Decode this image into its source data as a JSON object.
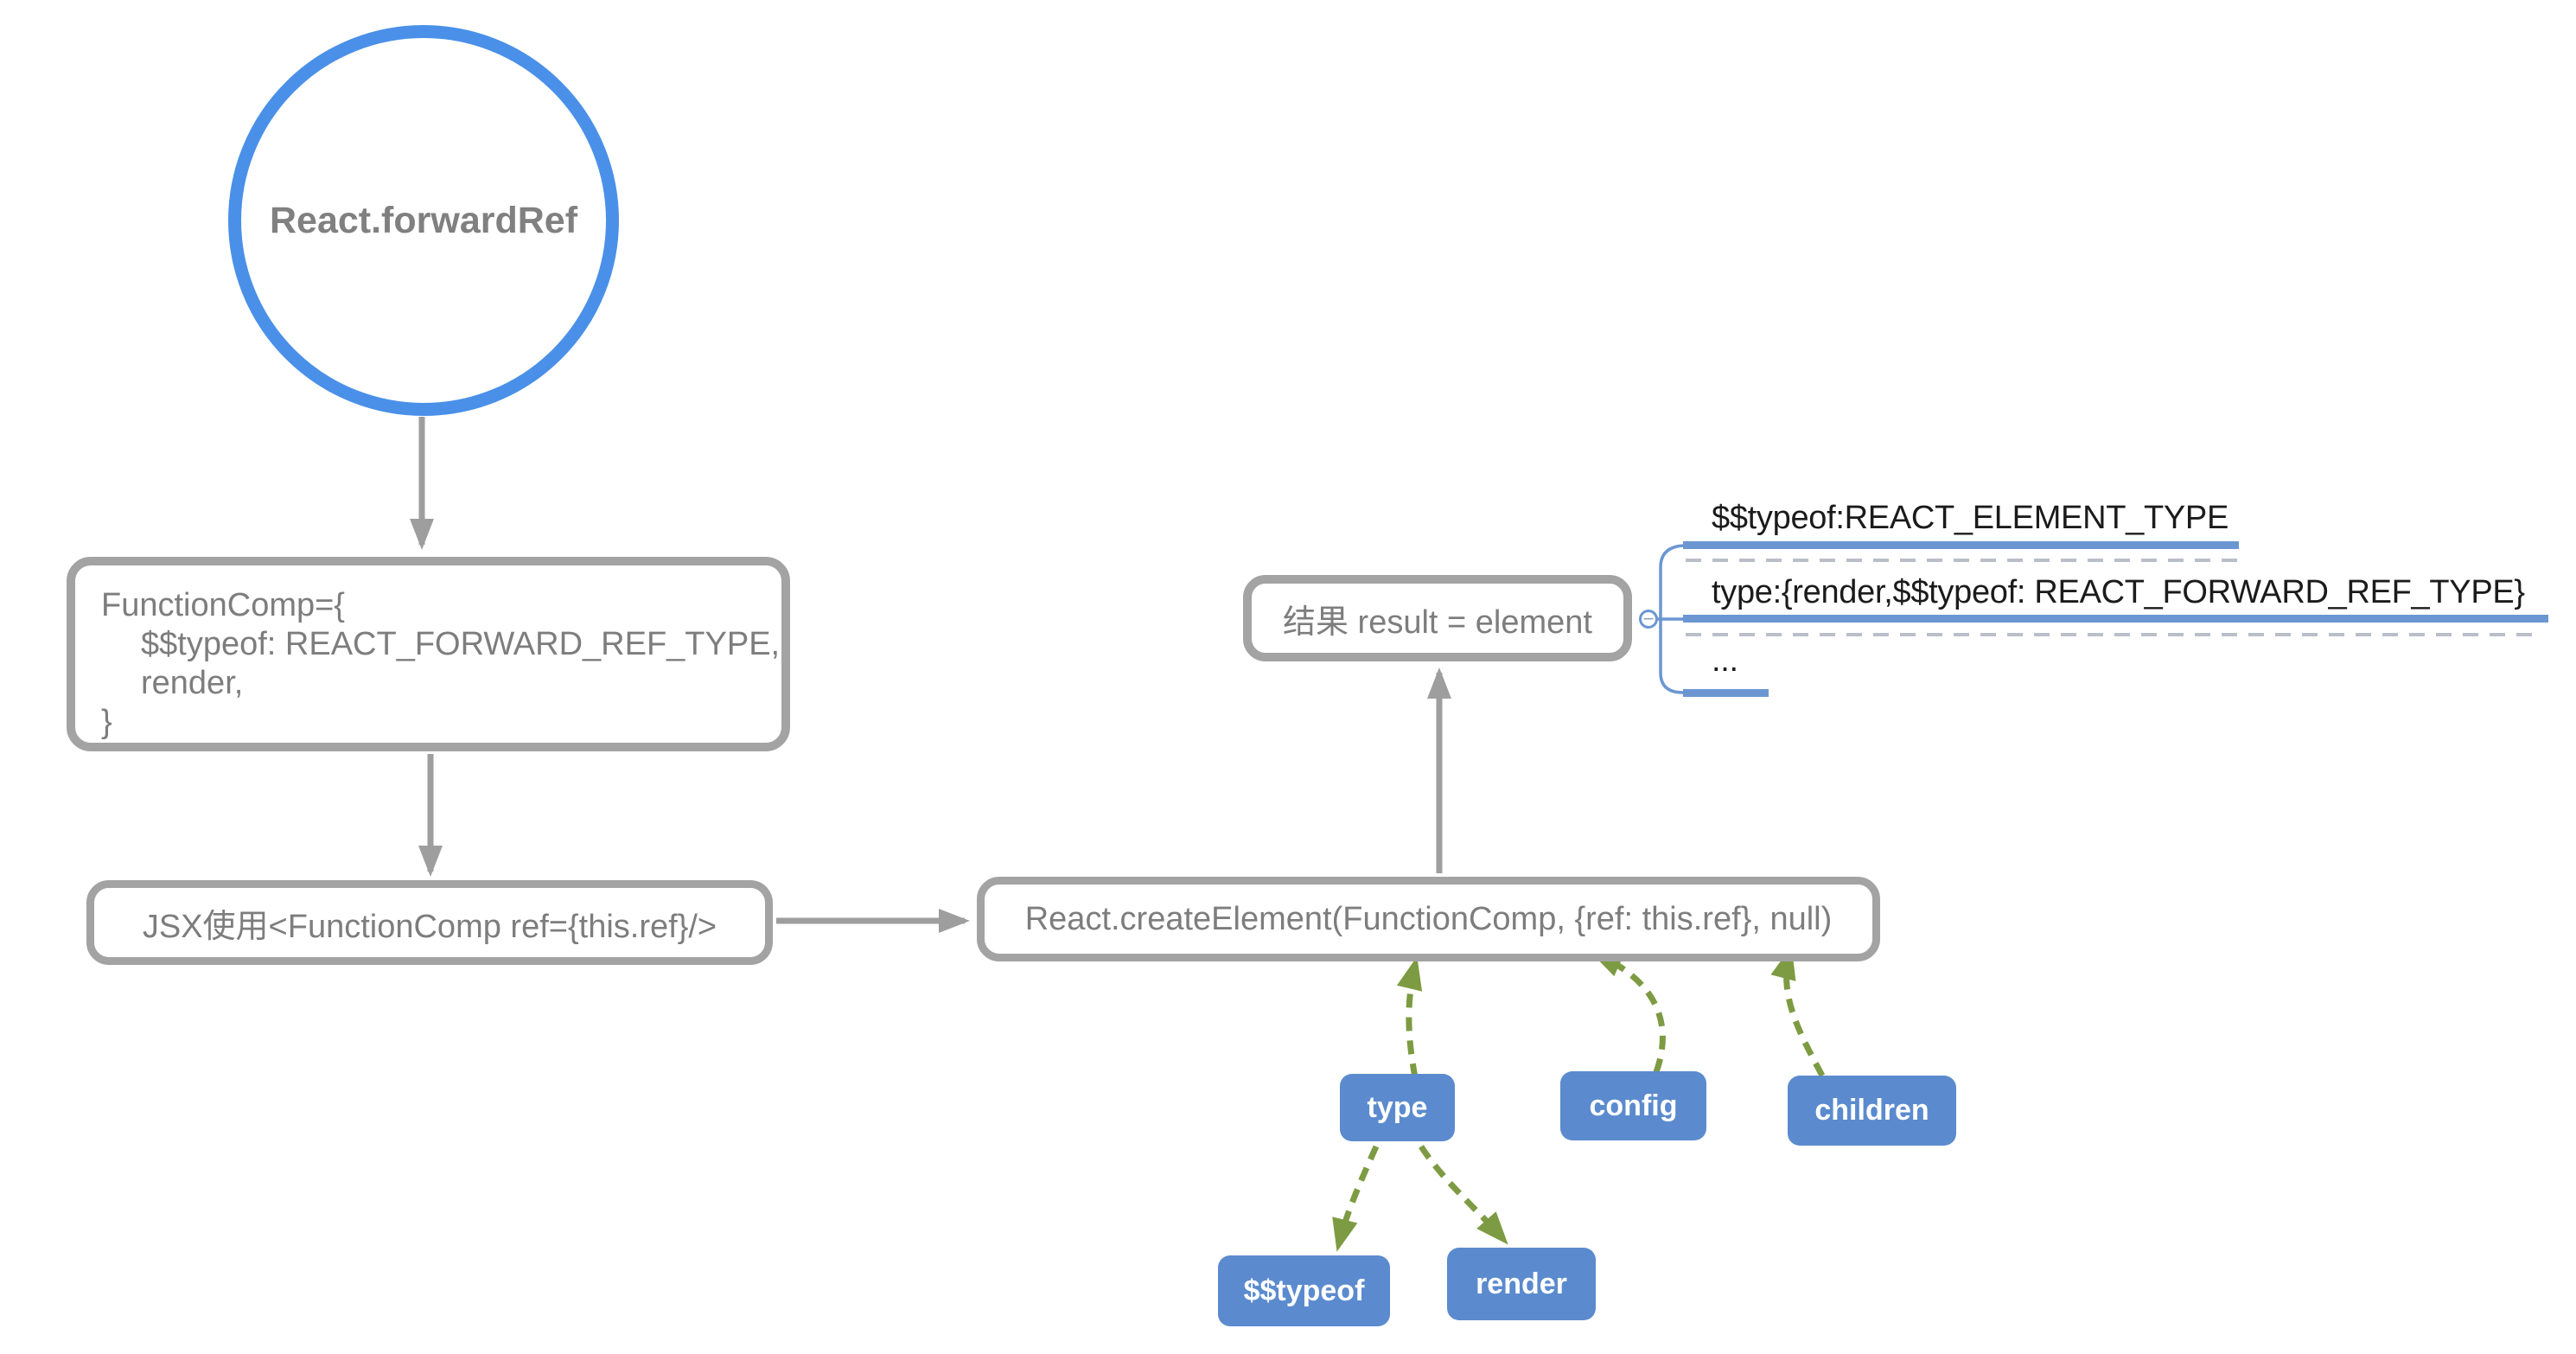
{
  "colors": {
    "accent_blue": "#4a90e8",
    "node_border_gray": "#a3a3a3",
    "node_text_gray": "#7d7d7d",
    "arrow_gray": "#9e9e9e",
    "badge_blue": "#5b8bce",
    "connector_blue": "#6b96d2",
    "arrow_green": "#7d9b42",
    "annotation_text": "#1b1b1b"
  },
  "diagram": {
    "root_label": "React.forwardRef",
    "function_comp": {
      "lines": [
        "FunctionComp={",
        "$$typeof: REACT_FORWARD_REF_TYPE,",
        "render,",
        "}"
      ]
    },
    "jsx_label": "JSX使用<FunctionComp ref={this.ref}/>",
    "create_element_label": "React.createElement(FunctionComp, {ref: this.ref}, null)",
    "result_label": "结果 result = element",
    "annotations": {
      "toggle_glyph": "−",
      "items": [
        "$$typeof:REACT_ELEMENT_TYPE",
        "type:{render,$$typeof: REACT_FORWARD_REF_TYPE}",
        "..."
      ]
    },
    "badges": {
      "type": "type",
      "config": "config",
      "children": "children",
      "typeof_key": "$$typeof",
      "render_key": "render"
    }
  }
}
